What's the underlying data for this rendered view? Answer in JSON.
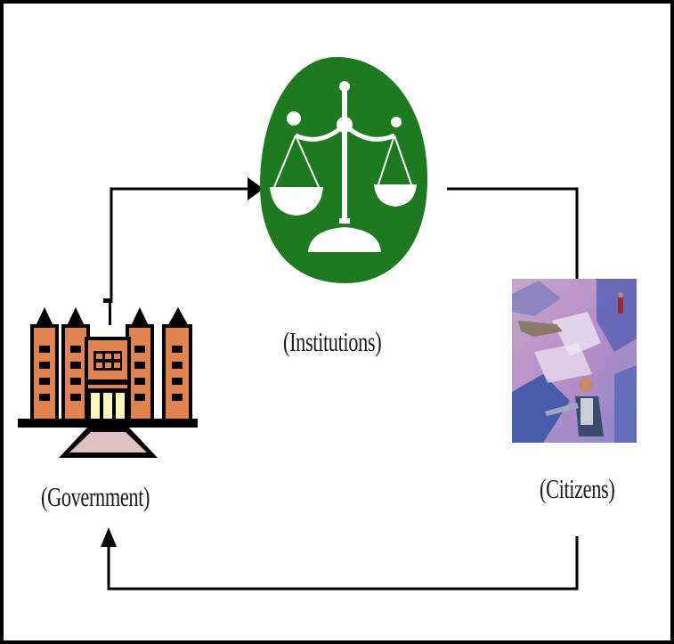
{
  "diagram": {
    "nodes": {
      "institutions": {
        "label": "(Institutions)",
        "icon": "scales-of-justice-icon"
      },
      "government": {
        "label": "(Government)",
        "icon": "government-building-icon"
      },
      "citizens": {
        "label": "(Citizens)",
        "icon": "citizens-painting-icon"
      }
    },
    "edges": [
      {
        "from": "government",
        "to": "institutions"
      },
      {
        "from": "institutions",
        "to": "citizens"
      },
      {
        "from": "citizens",
        "to": "government"
      }
    ]
  },
  "colors": {
    "border": "#000000",
    "arrow": "#000000",
    "institution_green": "#1e7a1e",
    "building_orange": "#e0834f",
    "building_dark": "#000000",
    "door_yellow": "#fbf5b8",
    "base_pink": "#dcc0c4"
  }
}
